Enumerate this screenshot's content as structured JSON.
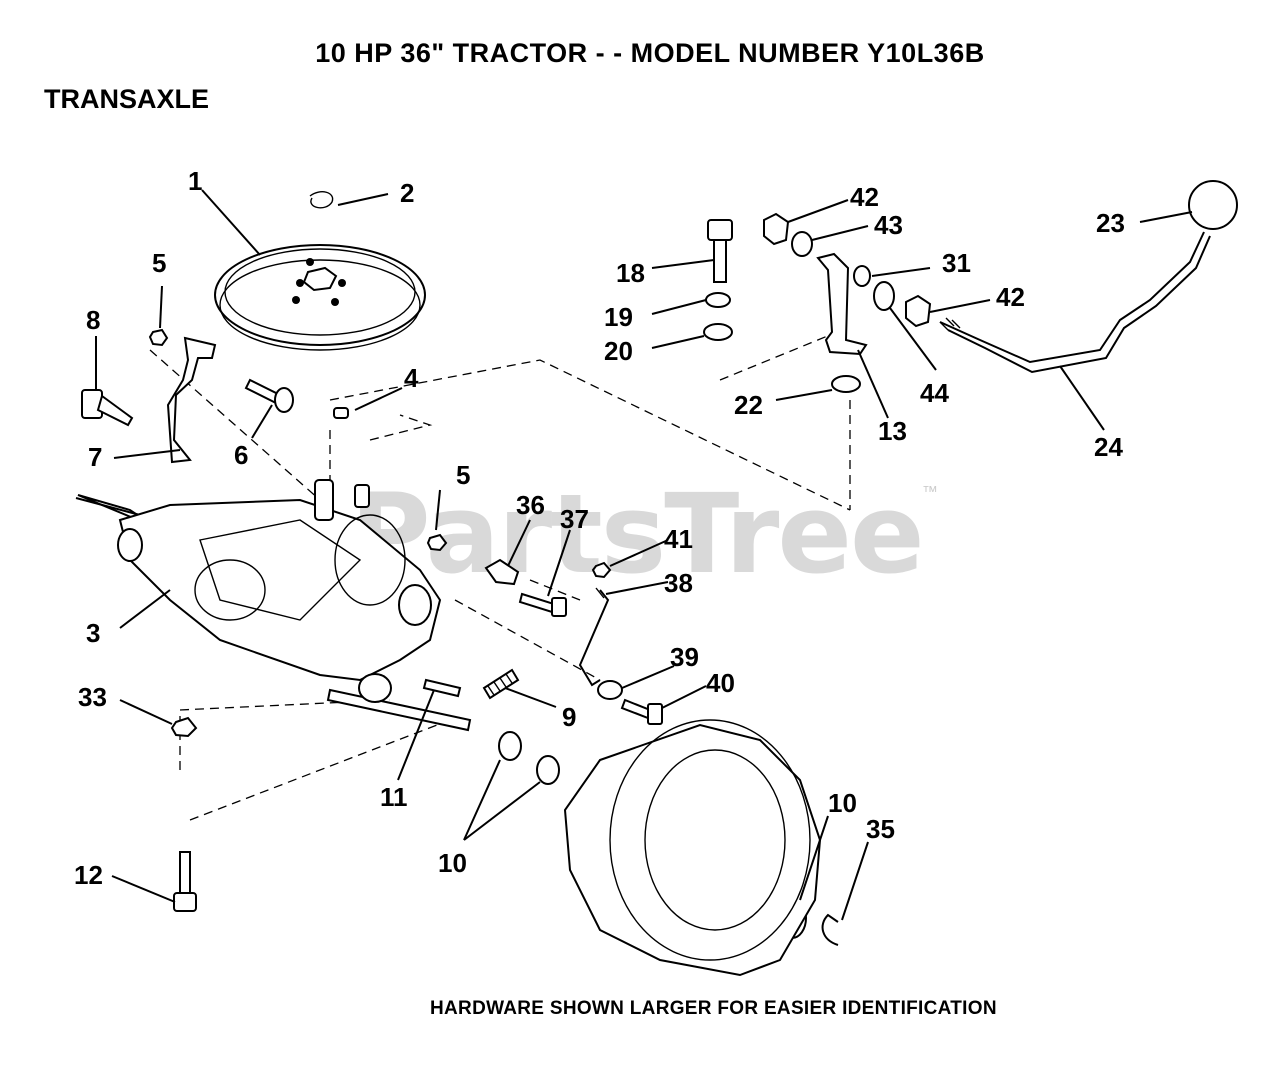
{
  "header": {
    "title": "10 HP 36\" TRACTOR - - MODEL NUMBER Y10L36B",
    "section": "TRANSAXLE"
  },
  "footer": {
    "note": "HARDWARE SHOWN LARGER FOR EASIER IDENTIFICATION"
  },
  "watermark": {
    "text": "PartsTree",
    "trademark": "™"
  },
  "callouts": {
    "c1": "1",
    "c2": "2",
    "c3": "3",
    "c4": "4",
    "c5a": "5",
    "c5b": "5",
    "c6": "6",
    "c7": "7",
    "c8": "8",
    "c9": "9",
    "c10a": "10",
    "c10b": "10",
    "c11": "11",
    "c12": "12",
    "c13": "13",
    "c18": "18",
    "c19": "19",
    "c20": "20",
    "c22": "22",
    "c23": "23",
    "c24": "24",
    "c31": "31",
    "c33": "33",
    "c35": "35",
    "c36": "36",
    "c37": "37",
    "c38": "38",
    "c39": "39",
    "c40": "40",
    "c41": "41",
    "c42a": "42",
    "c42b": "42",
    "c43": "43",
    "c44": "44"
  }
}
